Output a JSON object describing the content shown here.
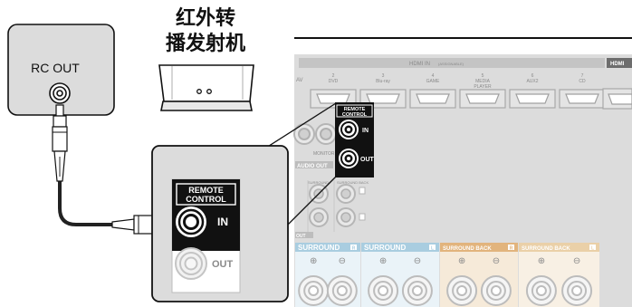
{
  "transmitter": {
    "title_line1": "红外转",
    "title_line2": "播发射机"
  },
  "rc_device": {
    "port_label": "RC OUT"
  },
  "zoom_panel": {
    "header_line1": "REMOTE",
    "header_line2": "CONTROL",
    "in_label": "IN",
    "out_label": "OUT"
  },
  "receiver": {
    "hdmi_group_label": "HDMI IN",
    "hdmi_group_note": "(ASSIGNABLE)",
    "hdmi_ports": [
      {
        "num": "2",
        "name": "DVD"
      },
      {
        "num": "3",
        "name": "Blu-ray"
      },
      {
        "num": "4",
        "name": "GAME"
      },
      {
        "num": "5",
        "name": "MEDIA"
      },
      {
        "num": "6",
        "name": "AUX2"
      },
      {
        "num": "7",
        "name": "CD"
      }
    ],
    "media_second_line": "PLAYER",
    "partial_first_label": "AV",
    "hdmi_out_label": "HDMI",
    "rc_header_line1": "REMOTE",
    "rc_header_line2": "CONTROL",
    "rc_in": "IN",
    "rc_out": "OUT",
    "monitor_label": "MONITOR",
    "audio_out_label": "AUDIO OUT",
    "sub_surround": "SURROUND",
    "sub_surround_back": "SURROUND BACK",
    "out_label": "OUT",
    "speaker_groups": [
      {
        "label": "SURROUND",
        "badge": "R",
        "color": "#a9cde0"
      },
      {
        "label": "SURROUND",
        "badge": "L",
        "color": "#a9cde0"
      },
      {
        "label": "SURROUND BACK",
        "badge": "R",
        "color": "#e2b47d"
      },
      {
        "label": "SURROUND BACK",
        "badge": "L",
        "color": "#ead0a8"
      }
    ],
    "plus": "⊕",
    "minus": "⊖"
  },
  "colors": {
    "panel_gray": "#dcdcdc",
    "dark": "#1a1a1a",
    "cable_dark": "#222222"
  }
}
